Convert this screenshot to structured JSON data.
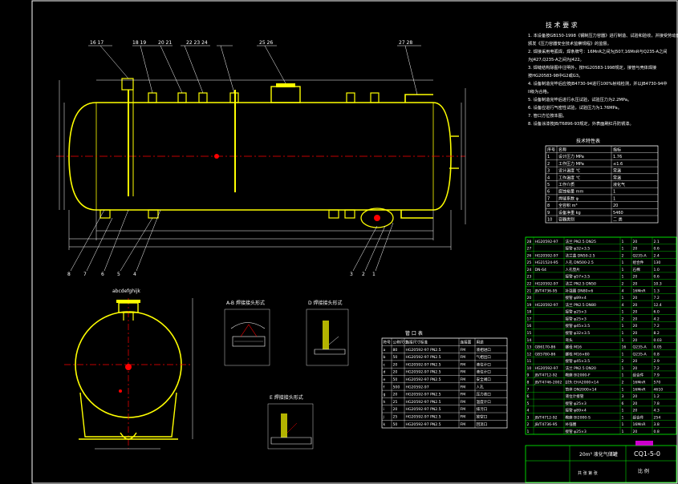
{
  "tech_requirements": {
    "title": "技 术 要 求",
    "items": [
      "1. 本设备按GB150-1998《钢制压力容器》进行制造、试验和验收，并接受劳动部",
      "   颁发《压力容器安全技术监察规程》的监督。",
      "2. 焊接采用电弧焊，焊条牌号：16MnR之间为J507,16MnR与Q235-A之间",
      "   为J427,Q235-A之间为J422。",
      "3. 焊缝结构除图中注明外，按HG20583-1998规定，接管与壳体焊接",
      "   按HG20583-98中G2或G3。",
      "4. 设备制造完毕后应按JB4730-94进行100%射线检测，并以JB4730-94中",
      "   II级为合格。",
      "5. 设备制造完毕后进行水压试验，试验压力为2.2MPa。",
      "6. 设备应进行气密性试验，试验压力为1.76MPa。",
      "7. 管口方位按本图。",
      "8. 设备涂漆按JB/T6896-93规定，外表面刷红丹防锈漆。"
    ]
  },
  "design_data": {
    "title": "技术特性表",
    "headers": [
      "序号",
      "名称",
      "指标"
    ],
    "rows": [
      [
        "1",
        "设计压力  MPa",
        "1.76"
      ],
      [
        "2",
        "工作压力  MPa",
        "≤1.6"
      ],
      [
        "3",
        "设计温度  ℃",
        "常温"
      ],
      [
        "4",
        "工作温度  ℃",
        "常温"
      ],
      [
        "5",
        "工作介质",
        "液化气"
      ],
      [
        "6",
        "腐蚀裕量  mm",
        "1"
      ],
      [
        "7",
        "焊缝系数  φ",
        "1"
      ],
      [
        "8",
        "全容积  m³",
        "20"
      ],
      [
        "9",
        "设备净重  kg",
        "5460"
      ],
      [
        "10",
        "容器类别",
        "二 类"
      ]
    ]
  },
  "nozzle_table": {
    "title": "管 口 表",
    "headers": [
      "符号",
      "公称尺寸",
      "连接尺寸标准",
      "连接面",
      "用途"
    ],
    "rows": [
      [
        "a",
        "80",
        "HG20592-97 PN2.5",
        "FM",
        "液相进口"
      ],
      [
        "b",
        "50",
        "HG20592-97 PN2.5",
        "FM",
        "气相出口"
      ],
      [
        "c",
        "20",
        "HG20592-97 PN2.5",
        "FM",
        "液位计口"
      ],
      [
        "d",
        "20",
        "HG20592-97 PN2.5",
        "FM",
        "液位计口"
      ],
      [
        "e",
        "50",
        "HG20592-97 PN2.5",
        "FM",
        "安全阀口"
      ],
      [
        "f",
        "500",
        "HG20592-97",
        "FM",
        "人孔"
      ],
      [
        "g",
        "20",
        "HG20592-97 PN2.5",
        "FM",
        "压力表口"
      ],
      [
        "h",
        "25",
        "HG20592-97 PN2.5",
        "FM",
        "温度计口"
      ],
      [
        "i",
        "20",
        "HG20592-97 PN2.5",
        "FM",
        "排污口"
      ],
      [
        "j",
        "25",
        "HG20592-97 PN2.5",
        "FM",
        "放空口"
      ],
      [
        "k",
        "50",
        "HG20592-97 PN2.5",
        "FM",
        "回流口"
      ]
    ]
  },
  "bom": {
    "rows": [
      [
        "28",
        "HG20592-97",
        "法兰 PN2.5 DN25",
        "1",
        "20",
        "2.1"
      ],
      [
        "27",
        "",
        "接管 φ32×3.5",
        "1",
        "20",
        "0.6"
      ],
      [
        "26",
        "HG20592-97",
        "法兰盖 DN50-2.5",
        "2",
        "Q235-A",
        "2.4"
      ],
      [
        "25",
        "HG21524-95",
        "人孔 DN500-2.5",
        "1",
        "组合件",
        "130"
      ],
      [
        "24",
        "DN-64",
        "人孔垫片",
        "1",
        "石棉",
        "1.0"
      ],
      [
        "23",
        "",
        "接管 φ57×3.5",
        "1",
        "20",
        "0.6"
      ],
      [
        "22",
        "HG20592-97",
        "法兰 PN2.5 DN50",
        "2",
        "20",
        "10.3"
      ],
      [
        "21",
        "JB/T4736-95",
        "补强圈 DN80×6",
        "4",
        "16MnR",
        "1.3"
      ],
      [
        "20",
        "",
        "接管 φ89×4",
        "1",
        "20",
        "7.2"
      ],
      [
        "19",
        "HG20592-97",
        "法兰 PN2.5 DN80",
        "4",
        "20",
        "12.4"
      ],
      [
        "18",
        "",
        "接管 φ25×3",
        "1",
        "20",
        "6.0"
      ],
      [
        "17",
        "",
        "接管 φ25×3",
        "2",
        "20",
        "4.2"
      ],
      [
        "16",
        "",
        "接管 φ45×3.5",
        "1",
        "20",
        "7.2"
      ],
      [
        "15",
        "",
        "接管 φ32×3.5",
        "1",
        "20",
        "8.2"
      ],
      [
        "14",
        "",
        "弯头",
        "1",
        "20",
        "0.03"
      ],
      [
        "13",
        "GB6170-86",
        "螺母 M16",
        "16",
        "Q235-A",
        "0.05"
      ],
      [
        "12",
        "GB5780-86",
        "螺栓 M16×80",
        "1",
        "Q235-A",
        "0.8"
      ],
      [
        "11",
        "",
        "接管 φ45×3.5",
        "2",
        "20",
        "2.9"
      ],
      [
        "10",
        "HG20592-97",
        "法兰 PN2.5 DN20",
        "1",
        "20",
        "7.2"
      ],
      [
        "9",
        "JB/T4712-92",
        "鞍座 BI2000-F",
        "1",
        "组合件",
        "7.9"
      ],
      [
        "8",
        "JB/T4746-2002",
        "封头 EHA2000×14",
        "2",
        "16MnR",
        "570"
      ],
      [
        "7",
        "",
        "筒体 DN2000×14",
        "1",
        "16MnR",
        "4610"
      ],
      [
        "6",
        "",
        "液位计接管",
        "3",
        "20",
        "1.2"
      ],
      [
        "5",
        "",
        "接管 φ25×3",
        "6",
        "20",
        "7.8"
      ],
      [
        "4",
        "",
        "接管 φ89×4",
        "1",
        "20",
        "4.3"
      ],
      [
        "3",
        "JB/T4712-92",
        "鞍座 BI2000-S",
        "1",
        "组合件",
        "254"
      ],
      [
        "2",
        "JB/T4736-95",
        "补强圈",
        "1",
        "16MnR",
        "3.8"
      ],
      [
        "1",
        "",
        "接管 φ25×3",
        "1",
        "20",
        "0.8"
      ]
    ]
  },
  "title_block": {
    "drawing_no": "CQ1-5-0",
    "name": "20m³ 液化气储罐",
    "scale_label": "比 例",
    "sheet": "共 张  第 张"
  },
  "views": {
    "section_ab": "A-B 焊接接头形式",
    "section_d": "D 焊接接头形式",
    "section_e": "E 焊接接头形式",
    "end_view_label": "abcdefghijk",
    "nozzle_labels": [
      "16 17",
      "18 19",
      "20 21",
      "22 23 24",
      "25 26",
      "27 28"
    ],
    "bottom_labels": [
      "8",
      "7",
      "6",
      "5",
      "4",
      "3",
      "2",
      "1"
    ]
  },
  "colors": {
    "background": "#000000",
    "vessel": "#ffff00",
    "dimension": "#ffffff",
    "centerline": "#ff0000",
    "border": "#ffffff",
    "table_green": "#00ff00",
    "frame_magenta": "#ff00ff"
  }
}
